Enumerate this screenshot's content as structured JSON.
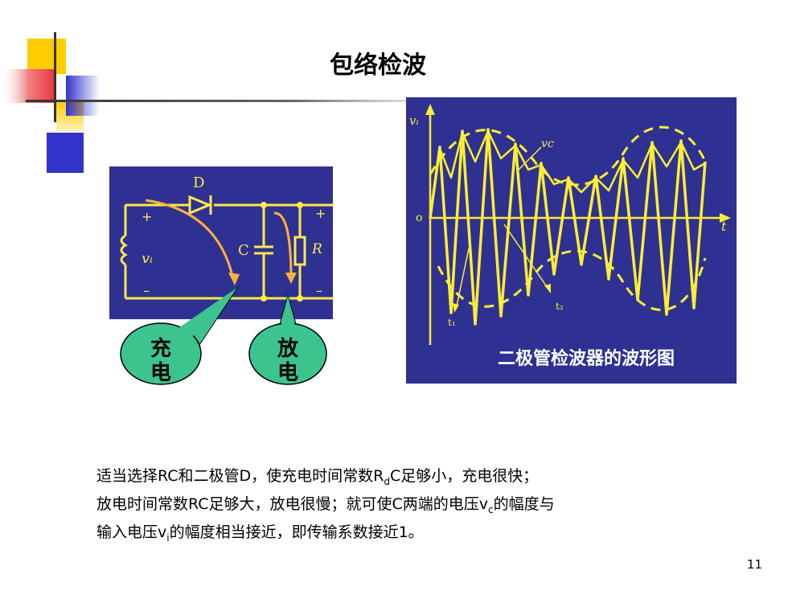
{
  "slide": {
    "title": "包络检波",
    "page_number": "11"
  },
  "circuit": {
    "diode_label": "D",
    "capacitor_label": "C",
    "resistor_label": "R",
    "input_label": "vᵢ",
    "plus_left": "+",
    "minus_left": "–",
    "plus_right": "+",
    "minus_right": "–",
    "callout_charge_line1": "充",
    "callout_charge_line2": "电",
    "callout_discharge_line1": "放",
    "callout_discharge_line2": "电"
  },
  "waveform": {
    "y_label": "vᵢ",
    "vc_label": "vc",
    "origin_label": "o",
    "x_label": "t",
    "t1_label": "t₁",
    "t2_label": "t₂",
    "caption": "二极管检波器的波形图"
  },
  "body": {
    "line1_a": "适当选择RC和二极管D，使充电时间常数R",
    "line1_sub": "d",
    "line1_b": "C足够小，充电很快；",
    "line2_a": "放电时间常数RC足够大，放电很慢；就可使C两端的电压v",
    "line2_sub": "c",
    "line2_b": "的幅度与",
    "line3_a": "输入电压v",
    "line3_sub": "i",
    "line3_b": "的幅度相当接近，即传输系数接近1。"
  },
  "colors": {
    "panel_blue": "#2e3192",
    "circuit_line": "#ffe94a",
    "wave_line": "#ffee33",
    "arrow_orange": "#ffb23a",
    "callout_green": "#3cc48f",
    "deco_yellow": "#ffcc00",
    "deco_red": "#e8323c",
    "deco_blue": "#3333cc"
  }
}
